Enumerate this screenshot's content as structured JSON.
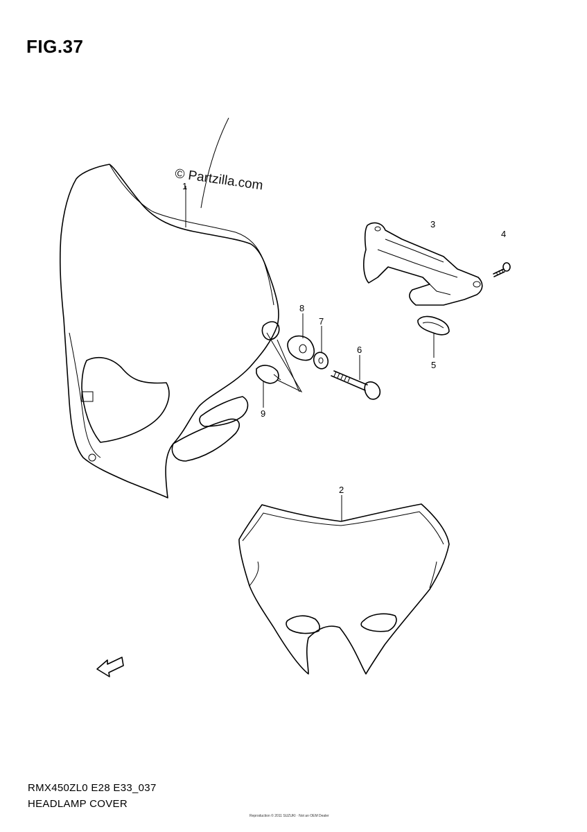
{
  "figure": {
    "title": "FIG.37",
    "watermark": "© Partzilla.com",
    "model_code": "RMX450ZL0 E28 E33_037",
    "caption": "HEADLAMP COVER",
    "fwd_label": "FWD",
    "copyright": "Reproduction © 2011 SUZUKI · Not an OEM Dealer"
  },
  "callouts": [
    {
      "id": "1",
      "label": "1"
    },
    {
      "id": "2",
      "label": "2"
    },
    {
      "id": "3",
      "label": "3"
    },
    {
      "id": "4",
      "label": "4"
    },
    {
      "id": "5",
      "label": "5"
    },
    {
      "id": "6",
      "label": "6"
    },
    {
      "id": "7",
      "label": "7"
    },
    {
      "id": "8",
      "label": "8"
    },
    {
      "id": "9",
      "label": "9"
    }
  ]
}
